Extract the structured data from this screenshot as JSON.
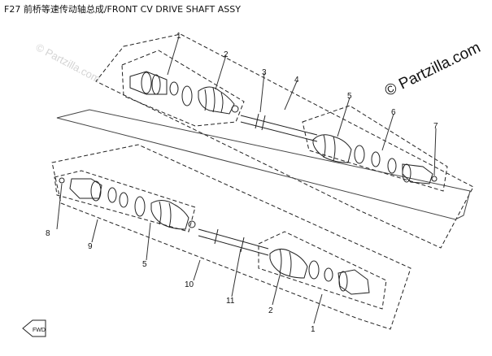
{
  "title": "F27 前桥等速传动轴总成/FRONT CV DRIVE SHAFT ASSY",
  "watermark": "© Partzilla.com",
  "direction_badge": "FWD",
  "callouts": {
    "c1_top": "1",
    "c2_top": "2",
    "c3": "3",
    "c4": "4",
    "c5_right": "5",
    "c6": "6",
    "c7": "7",
    "c8": "8",
    "c9": "9",
    "c5_left": "5",
    "c10": "10",
    "c11": "11",
    "c2_bottom": "2",
    "c1_bottom": "1"
  },
  "colors": {
    "line": "#222222",
    "dash": "#555555",
    "background": "#ffffff"
  }
}
